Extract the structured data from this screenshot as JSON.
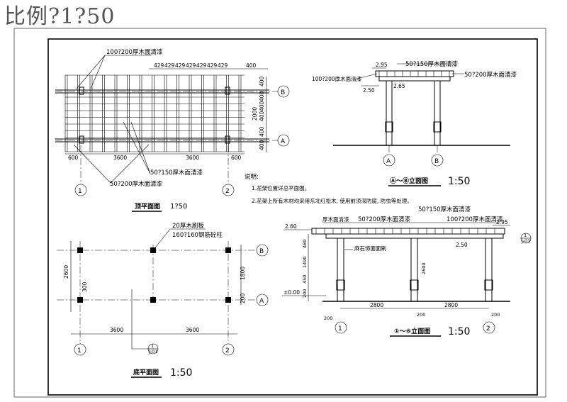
{
  "header": {
    "title": "比例?1?50"
  },
  "roof_plan": {
    "label": "顶平面图",
    "scale": "1?50",
    "note_top": "100?200厚木面清漆",
    "note_mid": "50?150厚木面清漆",
    "note_bottom": "50?200厚木面清漆",
    "top_dims": [
      "429",
      "429",
      "429",
      "429",
      "429",
      "429",
      "429",
      "400"
    ],
    "bottom_dims": [
      "600",
      "3600",
      "3600",
      "600"
    ],
    "right_dims": [
      "400",
      "400",
      "400",
      "400",
      "2000",
      "400",
      "400"
    ],
    "axis": [
      "1",
      "2",
      "A",
      "B"
    ]
  },
  "notes": {
    "heading": "说明:",
    "line1": "1.花架位置详总平面图。",
    "line2": "2.花架上所有木材均采用东北红松木, 使用前须深防腐, 防虫等处理。"
  },
  "ab_elevation": {
    "label": "Ⓐ～Ⓑ立面图",
    "scale": "1:50",
    "level_top": "2.95",
    "level_left": "2.50",
    "level_mid": "2.65",
    "note_left": "100?200厚木面清漆",
    "note_top": "50?150厚木面清漆",
    "note_right": "50?200厚木面清漆",
    "axis": [
      "A",
      "B"
    ]
  },
  "base_plan": {
    "label": "底平面图",
    "scale": "1:50",
    "note1": "20厚木刷板",
    "note2": "160?160钢筋砼柱",
    "left_dims": [
      "2600",
      "300"
    ],
    "right_dims": [
      "1800",
      "200"
    ],
    "bottom_dims": [
      "3600",
      "3600"
    ],
    "section_mark": "1",
    "section_sub": "J-01",
    "axis": [
      "1",
      "2",
      "A",
      "B"
    ]
  },
  "elev_16": {
    "label": "①～⑥立面图",
    "scale": "1:50",
    "level_left": "2.60",
    "level_right": "2.95",
    "level_mid": "2.50",
    "level_zero": "±0.00",
    "note1": "厚木面清漆",
    "note2": "50?200厚木面清漆",
    "note3": "50?150厚木面清漆",
    "note4": "100?200厚木面清漆",
    "note5": "麻石饰面面刷",
    "left_dims": [
      "480",
      "1490",
      "450",
      "200"
    ],
    "inner_dim": "2600",
    "bottom_dims": [
      "2800",
      "2800"
    ],
    "small_dims": [
      "200",
      "200",
      "200"
    ],
    "axis": [
      "1",
      "2"
    ],
    "section_mark": "1",
    "section_sub": "J-01"
  }
}
